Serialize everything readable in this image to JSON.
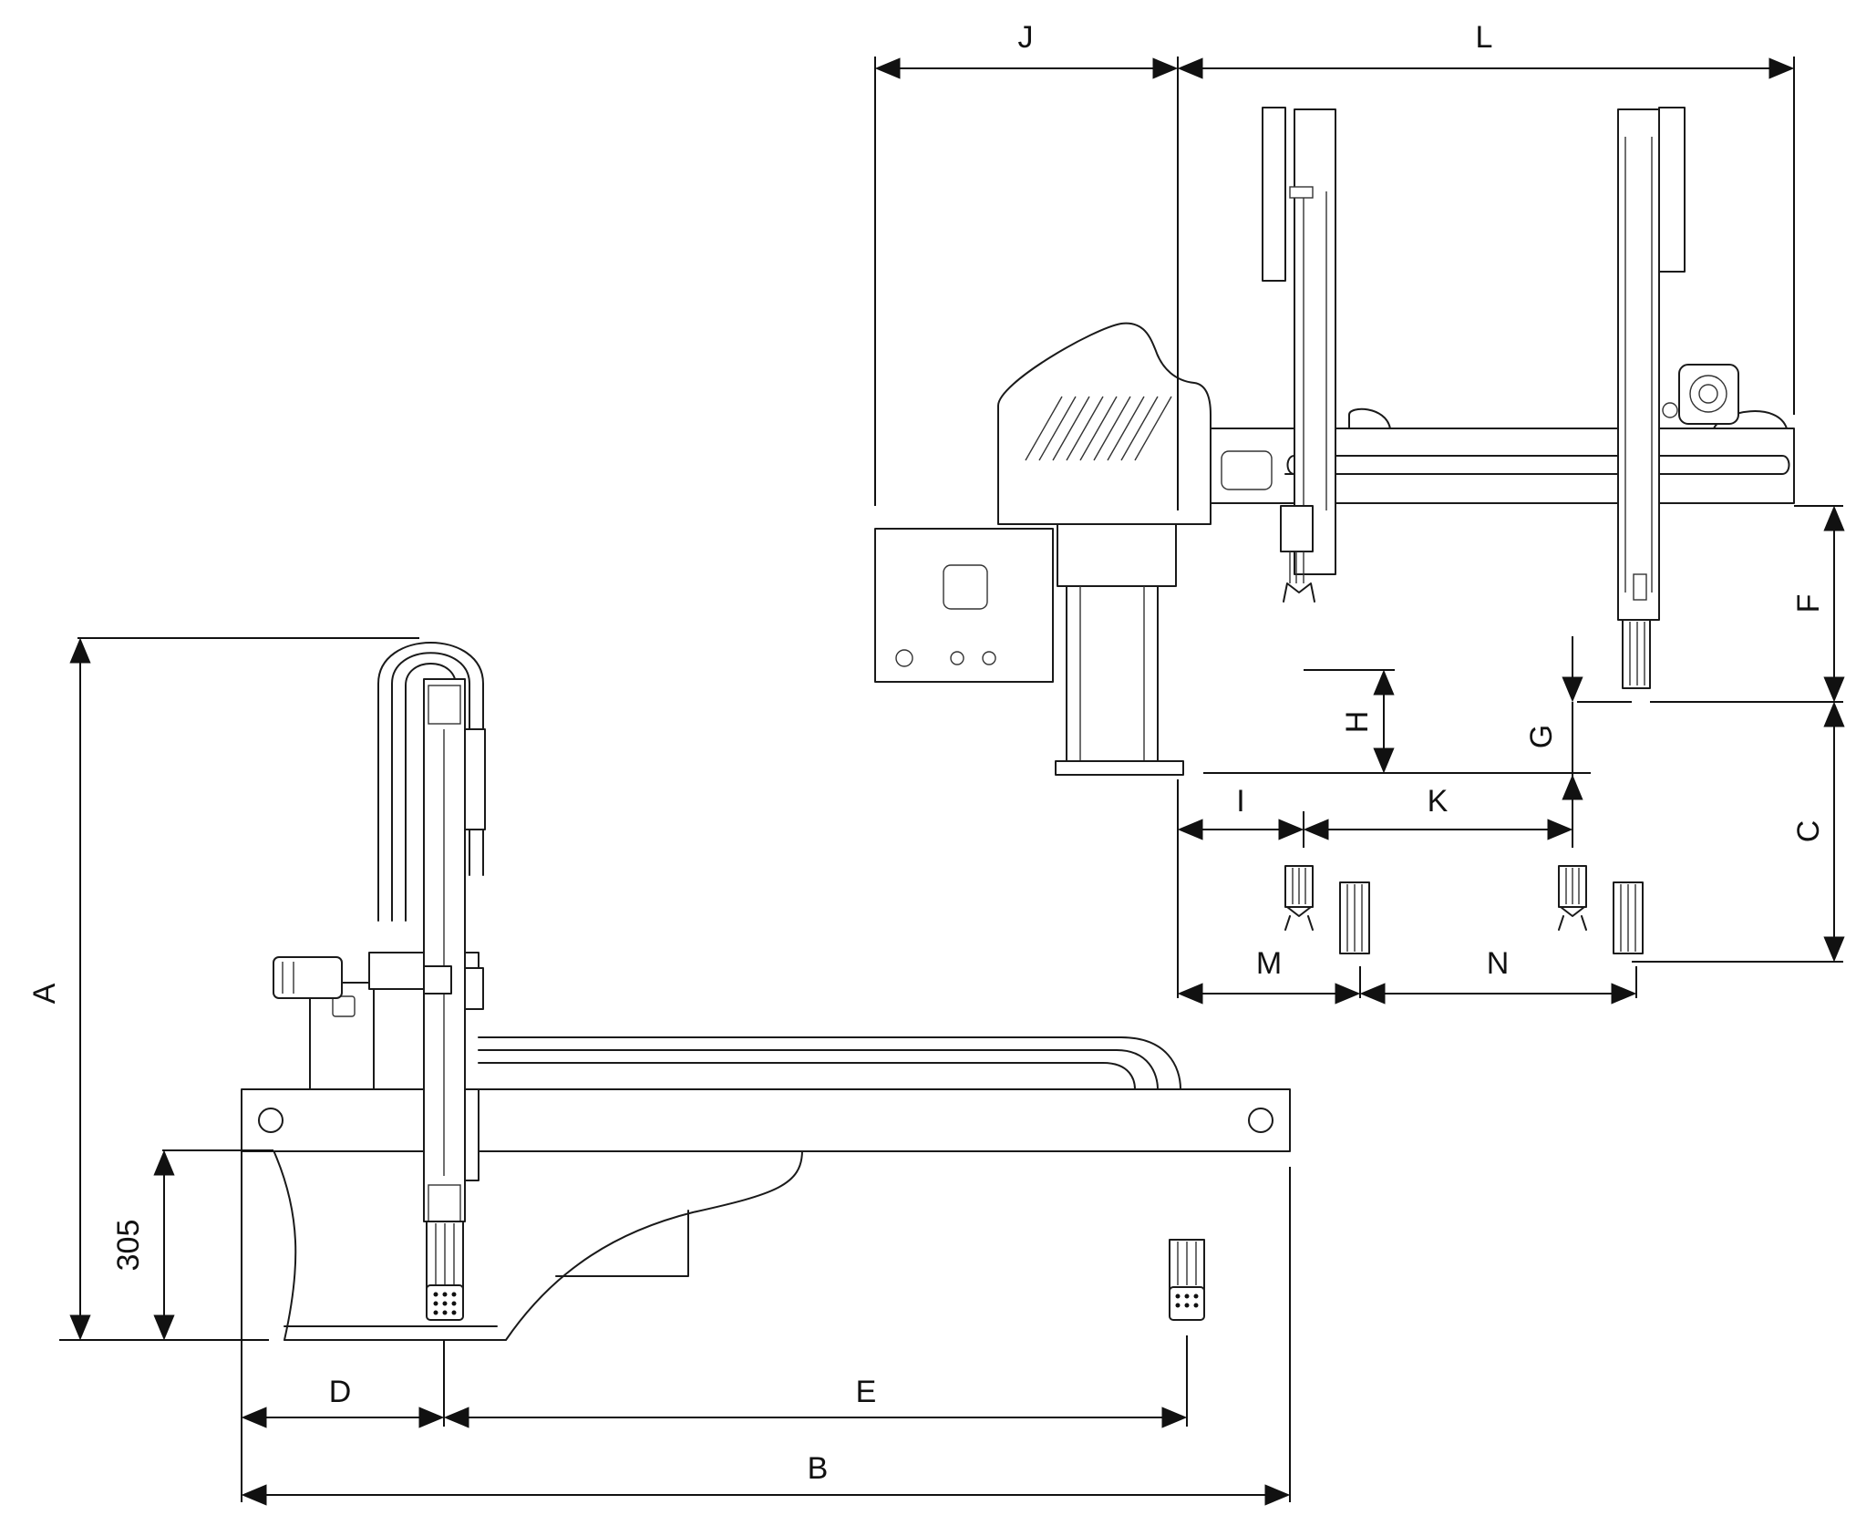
{
  "drawing": {
    "labels": {
      "A": "A",
      "B": "B",
      "C": "C",
      "D": "D",
      "E": "E",
      "F": "F",
      "G": "G",
      "H": "H",
      "I": "I",
      "J": "J",
      "K": "K",
      "L": "L",
      "M": "M",
      "N": "N",
      "height_305": "305"
    },
    "colors": {
      "line": "#1a1a1a",
      "background": "#ffffff"
    }
  }
}
